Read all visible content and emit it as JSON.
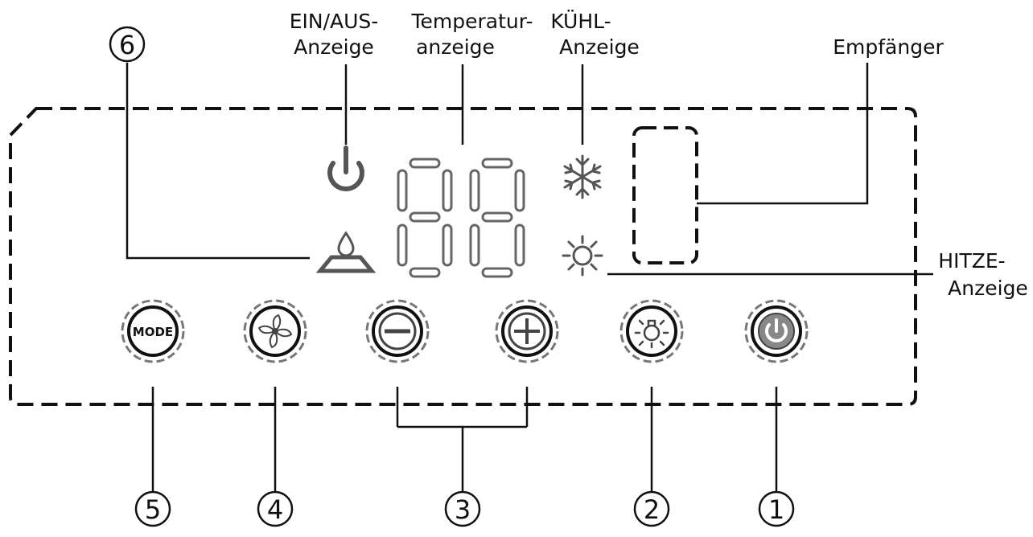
{
  "labels": {
    "power_indicator": [
      "EIN/AUS-",
      "Anzeige"
    ],
    "temperature_display": [
      "Temperatur-",
      "anzeige"
    ],
    "cool_indicator": [
      "KÜHL-",
      "Anzeige"
    ],
    "receiver": "Empfänger",
    "heat_indicator": [
      "HITZE-",
      "Anzeige"
    ]
  },
  "callouts": {
    "n1": "1",
    "n2": "2",
    "n3": "3",
    "n4": "4",
    "n5": "5",
    "n6": "6"
  },
  "buttons": {
    "mode_label": "MODE"
  },
  "colors": {
    "line": "#111111",
    "icon": "#555555",
    "segment": "#666666"
  }
}
